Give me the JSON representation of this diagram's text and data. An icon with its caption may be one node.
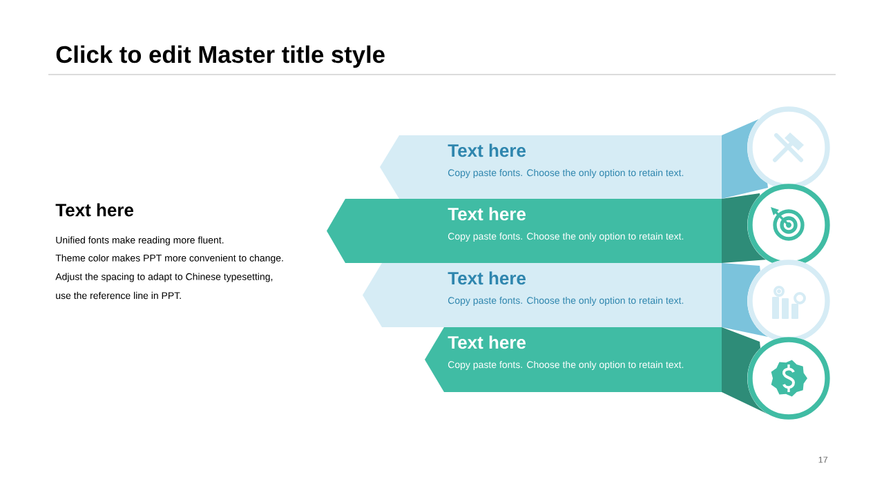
{
  "diagram": {
    "title": "Click to edit Master title style",
    "nodes": [
      {
        "text": [
          "Text here",
          "Copy paste fonts. Choose the only option to retain text."
        ]
      },
      {
        "text": [
          "Text here",
          "Copy paste fonts. Choose the only option to retain text."
        ]
      },
      {
        "text": [
          "Text here",
          "Copy paste fonts. Choose the only option to retain text."
        ]
      },
      {
        "text": [
          "Text here",
          "Copy paste fonts. Choose the only option to retain text."
        ]
      }
    ],
    "labels": [
      "Text here",
      "Unified fonts make reading more fluent.",
      "Theme color makes PPT more convenient to change.",
      "Adjust the spacing to adapt to Chinese typesetting,",
      "use the reference line in PPT.",
      "17"
    ]
  }
}
